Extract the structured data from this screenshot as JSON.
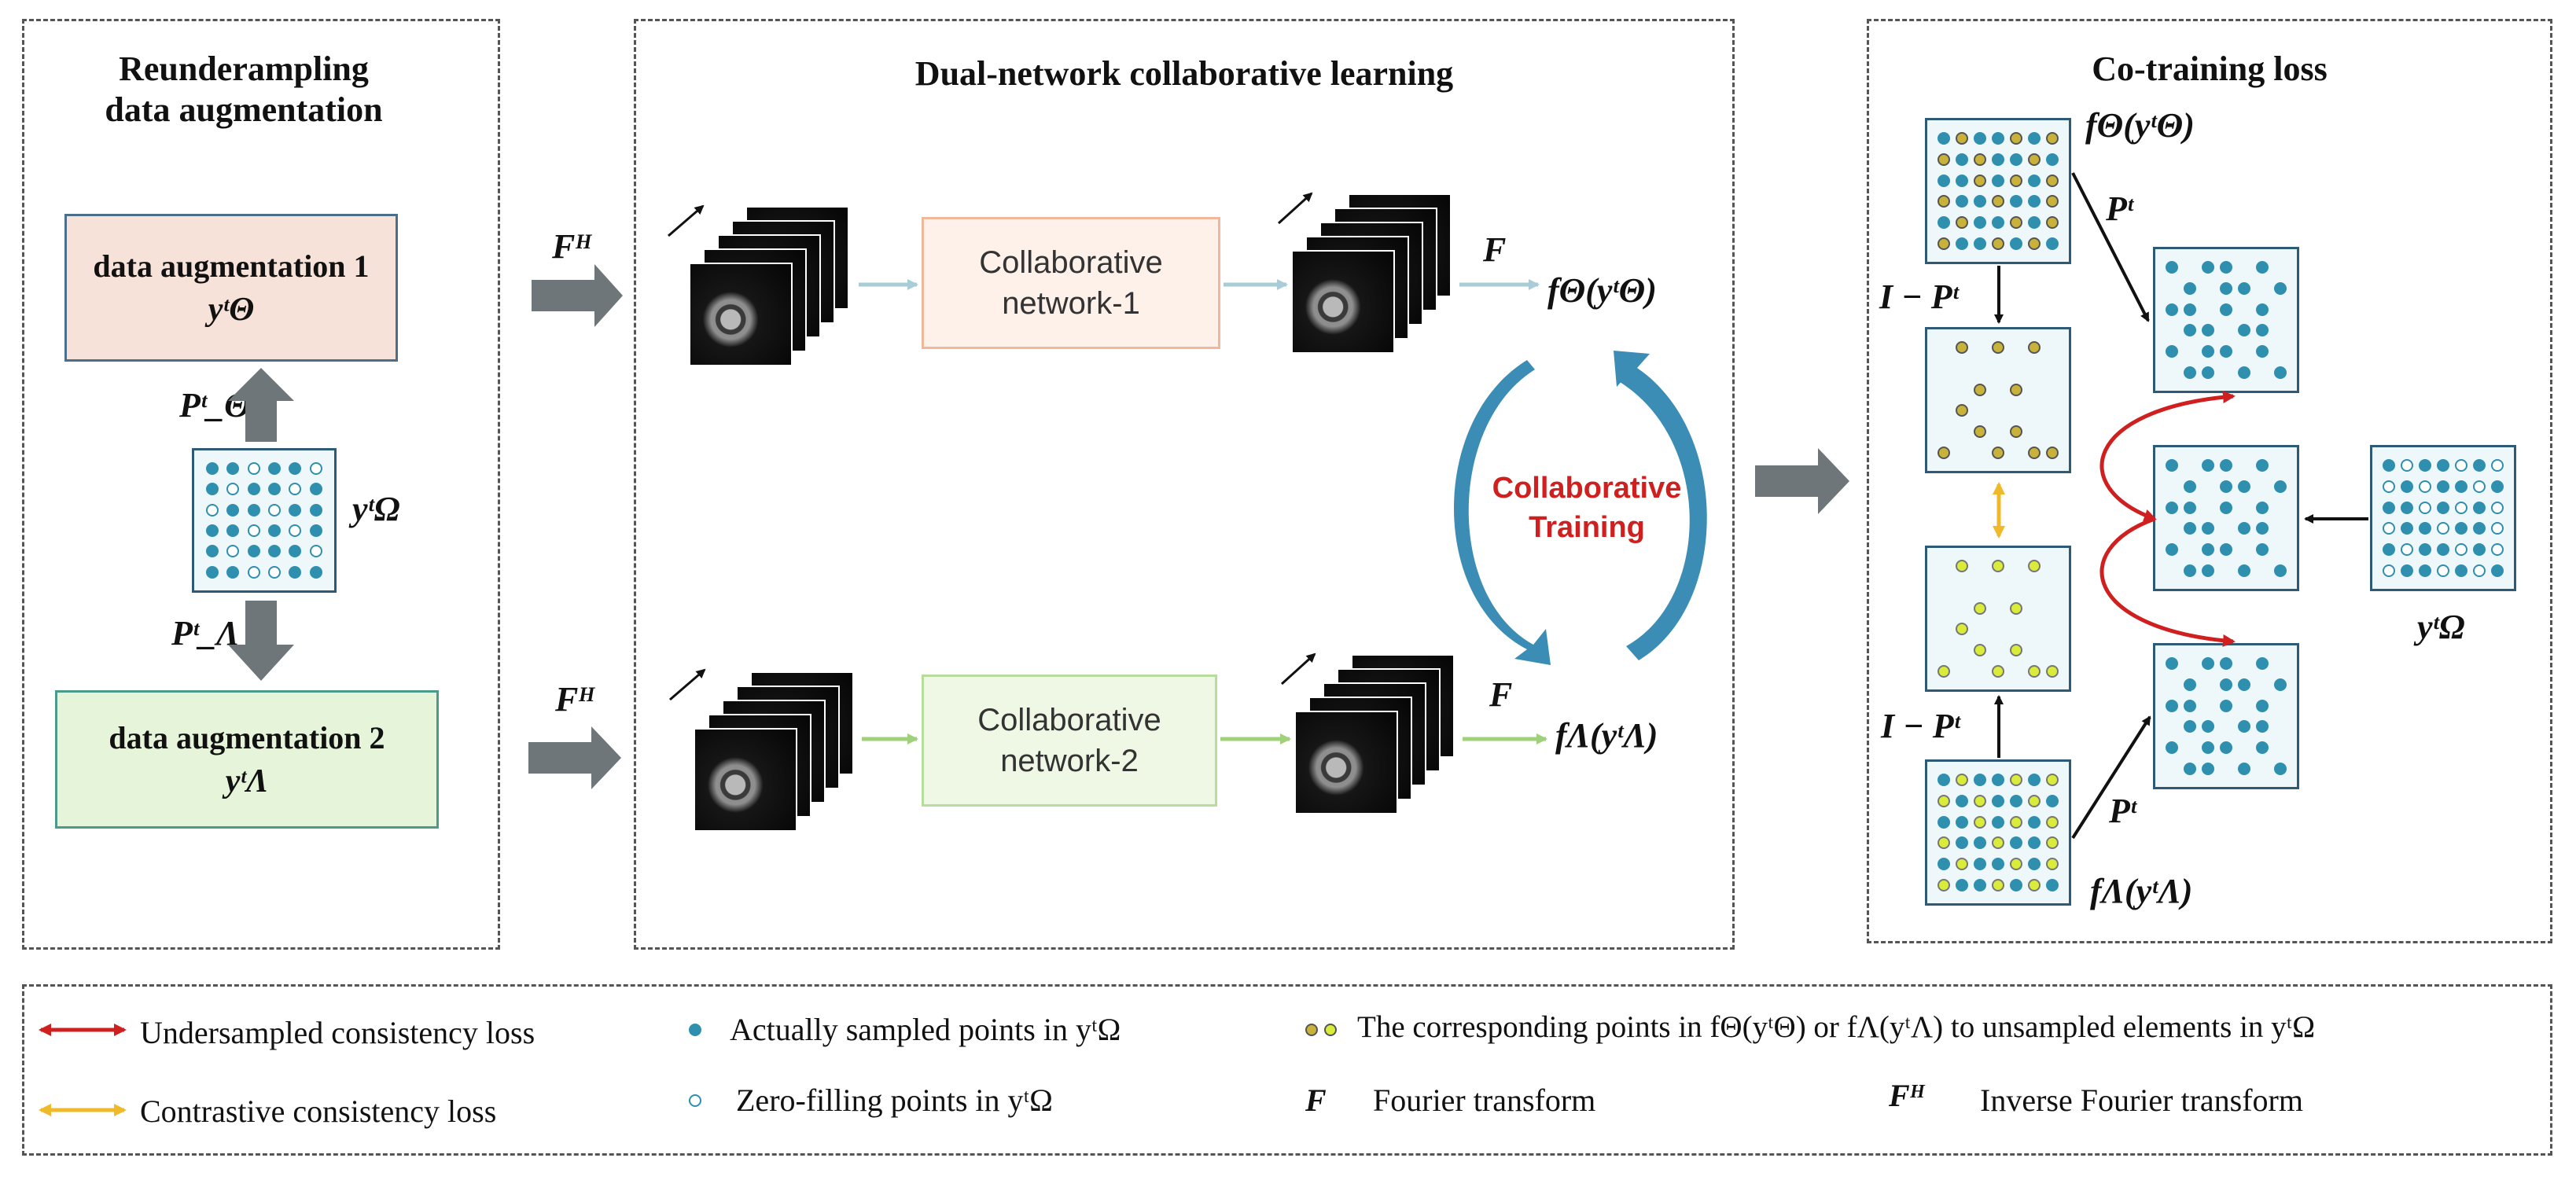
{
  "panels": {
    "left_title": "Reunderampling\ndata augmentation",
    "middle_title": "Dual-network collaborative learning",
    "right_title": "Co-training loss"
  },
  "left": {
    "aug1_label": "data augmentation 1",
    "aug1_symbol": "yᵗΘ",
    "aug2_label": "data augmentation 2",
    "aug2_symbol": "yᵗΛ",
    "p_theta": "Pᵗ_Θ",
    "p_lambda": "Pᵗ_Λ",
    "y_omega": "yᵗΩ"
  },
  "middle": {
    "fh_top": "Fᴴ",
    "fh_bottom": "Fᴴ",
    "net1": "Collaborative network-1",
    "net2": "Collaborative network-2",
    "f_top": "F",
    "f_bottom": "F",
    "out_top": "fΘ(yᵗΘ)",
    "out_bottom": "fΛ(yᵗΛ)",
    "collab": "Collaborative Training"
  },
  "right": {
    "f_theta": "fΘ(yᵗΘ)",
    "f_lambda": "fΛ(yᵗΛ)",
    "pt_top": "Pᵗ",
    "pt_bottom": "Pᵗ",
    "ipt_top": "I − Pᵗ",
    "ipt_bottom": "I − Pᵗ",
    "y_omega": "yᵗΩ"
  },
  "legend": {
    "red_arrow": "Undersampled consistency loss",
    "yellow_arrow": "Contrastive consistency loss",
    "sampled": "Actually sampled points in yᵗΩ",
    "zero_fill": "Zero-filling points in yᵗΩ",
    "corresponding": "The corresponding points in fΘ(yᵗΘ) or fΛ(yᵗΛ) to unsampled elements in yᵗΩ",
    "f_symbol": "F",
    "f_text": "Fourier transform",
    "fh_symbol": "Fᴴ",
    "fh_text": "Inverse Fourier transform"
  },
  "colors": {
    "sampled": "#2f8fae",
    "zero": "#ffffff",
    "olive": "#c9b23a",
    "lime": "#d9ec3a",
    "red": "#d01f1f",
    "yellow": "#f0b92a",
    "cycle": "#3b8db5",
    "gray_arrow": "#6e767a"
  }
}
